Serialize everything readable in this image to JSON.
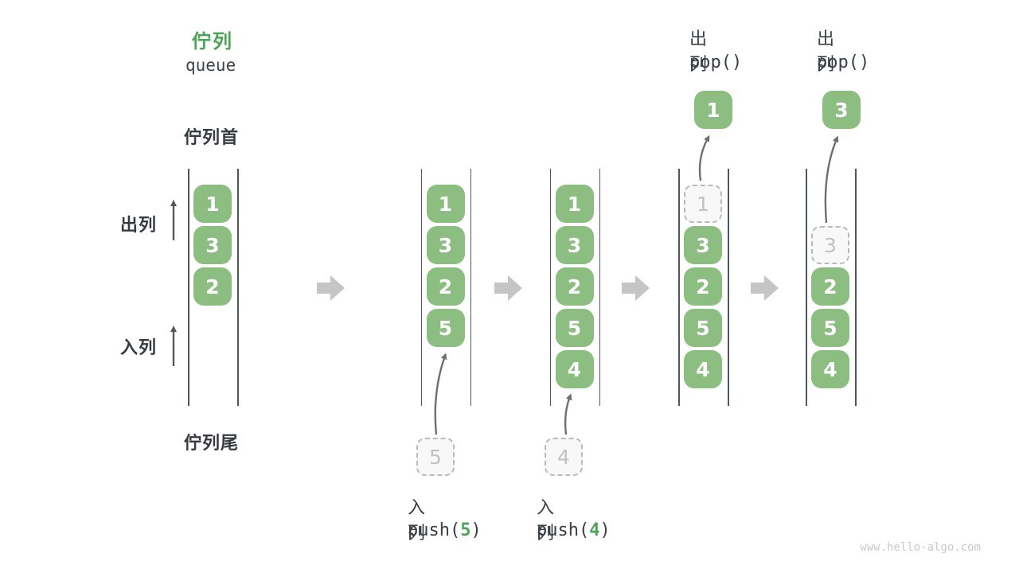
{
  "title": {
    "zh": "佇列",
    "en": "queue"
  },
  "labels": {
    "front": "佇列首",
    "rear": "佇列尾",
    "dequeue_side": "出列",
    "enqueue_side": "入列"
  },
  "colors": {
    "accent_green": "#4DA356",
    "box_green": "#8CBE82",
    "block_arrow_gray": "#C5C5C5",
    "ghost_gray": "#BABABA",
    "text_dark": "#3B4046"
  },
  "states": [
    {
      "items": [
        "1",
        "3",
        "2"
      ],
      "start_slot": 0
    },
    {
      "items": [
        "1",
        "3",
        "2",
        "5"
      ],
      "start_slot": 0,
      "staged": "5",
      "op": {
        "label": "入列",
        "fn_open": "push(",
        "arg": "5",
        "fn_close": ")"
      }
    },
    {
      "items": [
        "1",
        "3",
        "2",
        "5",
        "4"
      ],
      "start_slot": 0,
      "staged": "4",
      "op": {
        "label": "入列",
        "fn_open": "push(",
        "arg": "4",
        "fn_close": ")"
      }
    },
    {
      "items": [
        "1",
        "3",
        "2",
        "5",
        "4"
      ],
      "start_slot": 0,
      "ghost_index": 0,
      "popped": "1",
      "op": {
        "label": "出列",
        "fn_open": "pop(",
        "arg": "",
        "fn_close": ")"
      }
    },
    {
      "items": [
        "3",
        "2",
        "5",
        "4"
      ],
      "start_slot": 1,
      "ghost_index": 0,
      "popped": "3",
      "op": {
        "label": "出列",
        "fn_open": "pop(",
        "arg": "",
        "fn_close": ")"
      }
    }
  ],
  "watermark": "www.hello-algo.com"
}
